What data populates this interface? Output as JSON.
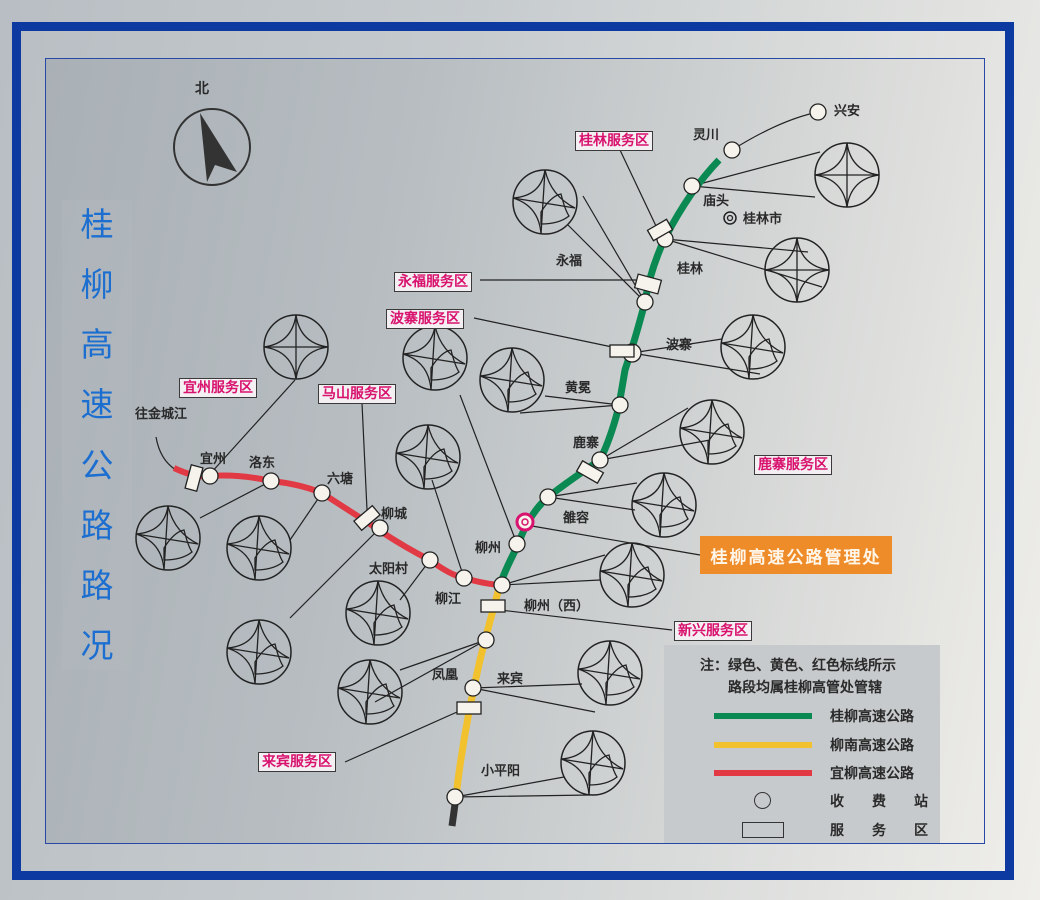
{
  "title": "桂柳高速公路路况",
  "title_chars": [
    "桂",
    "柳",
    "高",
    "速",
    "公",
    "路",
    "路",
    "况"
  ],
  "compass": {
    "label": "北",
    "icon": "north-arrow-icon"
  },
  "colors": {
    "frame": "#0d3aa0",
    "guiliu": "#0a8a52",
    "liunan": "#f2c12e",
    "yiliu": "#e23a44",
    "service_text": "#d8126e",
    "hq_bg": "#ef8c2a",
    "title_text": "#1c6fd0"
  },
  "places": {
    "xingan": "兴安",
    "lingchuan": "灵川",
    "miaotou": "庙头",
    "guilin_city": "桂林市",
    "guilin": "桂林",
    "yongfu": "永福",
    "bozhai": "波寨",
    "huangmian": "黄冕",
    "luzhai": "鹿寨",
    "lirong": "雒容",
    "liuzhou": "柳州",
    "liuzhou_west": "柳州（西）",
    "fenghuang": "凤凰",
    "laibin": "来宾",
    "xiaopingyang": "小平阳",
    "liujiang": "柳江",
    "taiyangcun": "太阳村",
    "liucheng": "柳城",
    "liutang": "六塘",
    "luodong": "洛东",
    "yizhou": "宜州",
    "to_jinchengjiang": "往金城江"
  },
  "service_areas": {
    "guilin": "桂林服务区",
    "yongfu": "永福服务区",
    "bozhai": "波寨服务区",
    "yizhou": "宜州服务区",
    "mashan": "马山服务区",
    "luzhai": "鹿寨服务区",
    "xinxing": "新兴服务区",
    "laibin": "来宾服务区"
  },
  "headquarters": "桂柳高速公路管理处",
  "legend": {
    "note_line1": "注：绿色、黄色、红色标线所示",
    "note_line2": "路段均属桂柳高管处管辖",
    "items": [
      {
        "label": "桂柳高速公路",
        "color": "#0a8a52",
        "type": "line"
      },
      {
        "label": "柳南高速公路",
        "color": "#f2c12e",
        "type": "line"
      },
      {
        "label": "宜柳高速公路",
        "color": "#e23a44",
        "type": "line"
      },
      {
        "label": "收费站",
        "chars": [
          "收",
          "费",
          "站"
        ],
        "type": "circle"
      },
      {
        "label": "服务区",
        "chars": [
          "服",
          "务",
          "区"
        ],
        "type": "rect"
      }
    ]
  }
}
